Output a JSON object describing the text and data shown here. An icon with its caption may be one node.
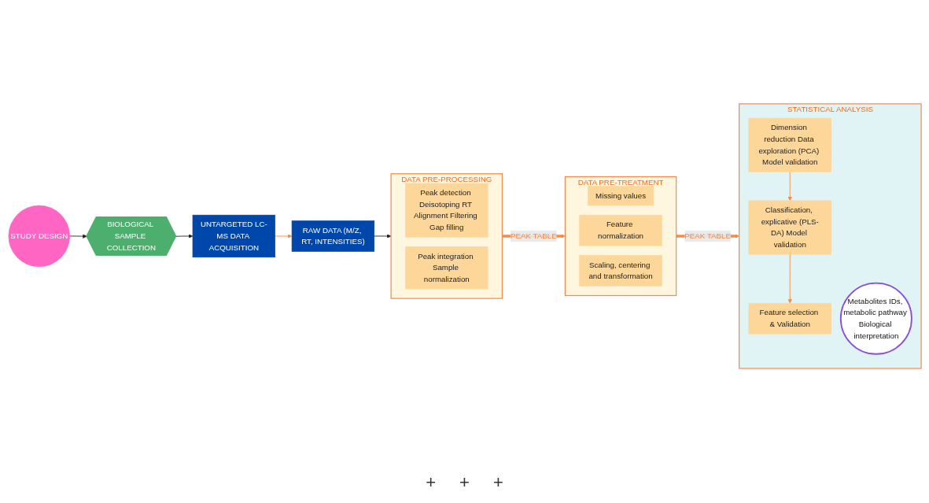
{
  "diagram": {
    "nodes": [
      {
        "text": [
          "STUDY DESIGN"
        ]
      },
      {
        "text": [
          "BIOLOGICAL SAMPLE COLLECTION"
        ]
      },
      {
        "text": [
          "UNTARGETED LC-MS DATA ACQUISITION"
        ]
      },
      {
        "text": [
          "RAW DATA (M/Z, RT, INTENSITIES)"
        ]
      },
      {
        "text": [
          "DATA PRE-PROCESSING"
        ]
      },
      {
        "text": [
          "Peak detection Deisotoping RT Alignment Filtering Gap filling"
        ],
        "in": 4
      },
      {
        "text": [
          "Peak integration Sample normalization"
        ],
        "in": 4
      },
      {
        "text": [
          "DATA PRE-TREATMENT"
        ]
      },
      {
        "text": [
          "Missing values"
        ],
        "in": 7
      },
      {
        "text": [
          "Feature normalization"
        ],
        "in": 7
      },
      {
        "text": [
          "Scaling, centering and transformation"
        ],
        "in": 7
      },
      {
        "text": [
          "STATISTICAL ANALYSIS"
        ]
      },
      {
        "text": [
          "Dimension reduction Data exploration (PCA) Model validation"
        ],
        "in": 11
      },
      {
        "text": [
          "Classification, explicative (PLS-DA) Model validation"
        ],
        "in": 11
      },
      {
        "text": [
          "Feature selection & Validation"
        ],
        "in": 11
      },
      {
        "text": [
          "Metabolites IDs, metabolic pathway Biological interpretation"
        ],
        "in": 11
      }
    ],
    "edges": [
      {
        "from": 0,
        "to": 1,
        "arrow": "to",
        "color": "#222222"
      },
      {
        "from": 1,
        "to": 2,
        "arrow": "to",
        "color": "#222222"
      },
      {
        "from": 2,
        "to": 3,
        "arrow": "to"
      },
      {
        "from": 3,
        "to": 4,
        "arrow": "to",
        "color": "#222222"
      },
      {
        "from": 4,
        "to": 7,
        "arrow": "to",
        "label": "PEAK TABLE",
        "style": "thick"
      },
      {
        "from": 7,
        "to": 11,
        "arrow": "to",
        "label": "PEAK TABLE",
        "style": "thick"
      },
      {
        "from": 12,
        "to": 13,
        "arrow": "to"
      },
      {
        "from": 13,
        "to": 14,
        "arrow": "to"
      }
    ],
    "labels": [
      "+",
      "+",
      "+"
    ]
  }
}
